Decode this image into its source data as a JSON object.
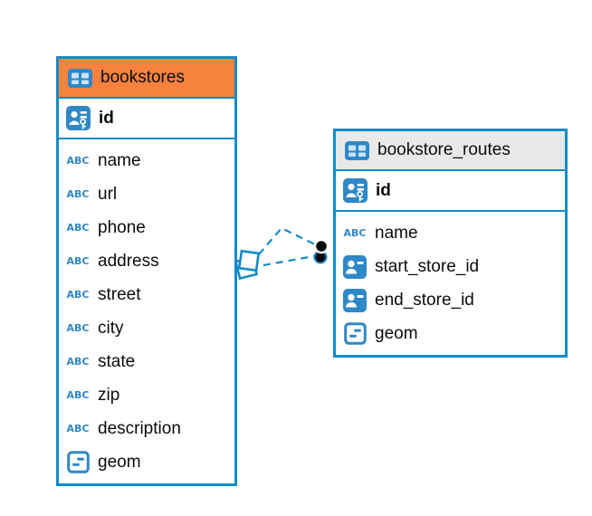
{
  "app": {
    "view": "database-er-diagram",
    "background": "#ffffff"
  },
  "colors": {
    "accent_blue": "#148BC9",
    "icon_blue": "#2F88C7",
    "icon_cell_light": "#C9E4F6",
    "header_orange": "#F6823E",
    "header_gray": "#E9E9E9",
    "text": "#0c0c0c",
    "dot_black": "#0a0a0a"
  },
  "icons": {
    "abc_label": "ABC",
    "table_icon": "table-grid",
    "primary_key_icon": "person-with-key",
    "reference_icon": "person-badge",
    "geometry_icon": "rounded-square-dashes"
  },
  "tables": [
    {
      "name": "bookstores",
      "header_color": "#F6823E",
      "primary_key": {
        "name": "id",
        "icon": "person-key-icon"
      },
      "fields": [
        {
          "name": "name",
          "icon": "text-icon"
        },
        {
          "name": "url",
          "icon": "text-icon"
        },
        {
          "name": "phone",
          "icon": "text-icon"
        },
        {
          "name": "address",
          "icon": "text-icon"
        },
        {
          "name": "street",
          "icon": "text-icon"
        },
        {
          "name": "city",
          "icon": "text-icon"
        },
        {
          "name": "state",
          "icon": "text-icon"
        },
        {
          "name": "zip",
          "icon": "text-icon"
        },
        {
          "name": "description",
          "icon": "text-icon"
        },
        {
          "name": "geom",
          "icon": "geometry-icon"
        }
      ]
    },
    {
      "name": "bookstore_routes",
      "header_color": "#E9E9E9",
      "primary_key": {
        "name": "id",
        "icon": "person-key-icon"
      },
      "fields": [
        {
          "name": "name",
          "icon": "text-icon"
        },
        {
          "name": "start_store_id",
          "icon": "person-icon"
        },
        {
          "name": "end_store_id",
          "icon": "person-icon"
        },
        {
          "name": "geom",
          "icon": "geometry-icon"
        }
      ]
    }
  ],
  "relationships": {
    "from_table": "bookstores",
    "to_table": "bookstore_routes",
    "line_count": 2,
    "line_style": "dashed",
    "from_marker": "overlapping-squares",
    "to_marker": "stacked-dots"
  }
}
